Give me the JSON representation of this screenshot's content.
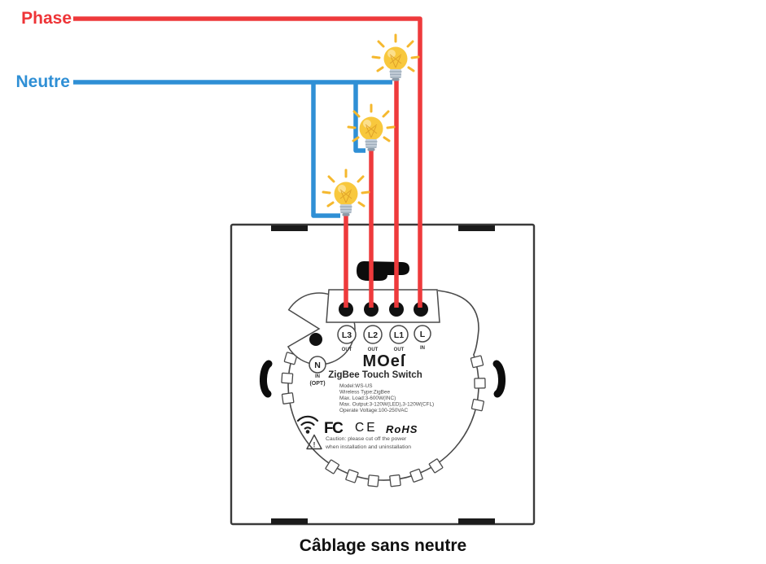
{
  "wiring": {
    "phase_label": "Phase",
    "neutral_label": "Neutre",
    "phase_color": "#ee3a3c",
    "neutral_color": "#2f8fd5"
  },
  "caption": "Câblage sans neutre",
  "device": {
    "brand": "MOeſ",
    "product_name": "ZigBee Touch Switch",
    "terminals": [
      {
        "label": "L3",
        "dir": "OUT"
      },
      {
        "label": "L2",
        "dir": "OUT"
      },
      {
        "label": "L1",
        "dir": "OUT"
      },
      {
        "label": "L",
        "dir": "IN"
      }
    ],
    "neutral_terminal": {
      "label": "N",
      "dir": "IN",
      "note": "(OPT)"
    },
    "specs": [
      "Model:WS-US",
      "Wireless Type:ZigBee",
      "Max. Load:3-600W(INC)",
      "Max. Output:3-120W(LED),3-120W(CFL)",
      "Operate Voltage:100-250VAC"
    ],
    "certifications": {
      "fcc": "FC",
      "ce": "CE",
      "rohs": "RoHS"
    },
    "caution_line1": "Caution: please cut off the power",
    "caution_line2": "when installation and uninstallation"
  }
}
